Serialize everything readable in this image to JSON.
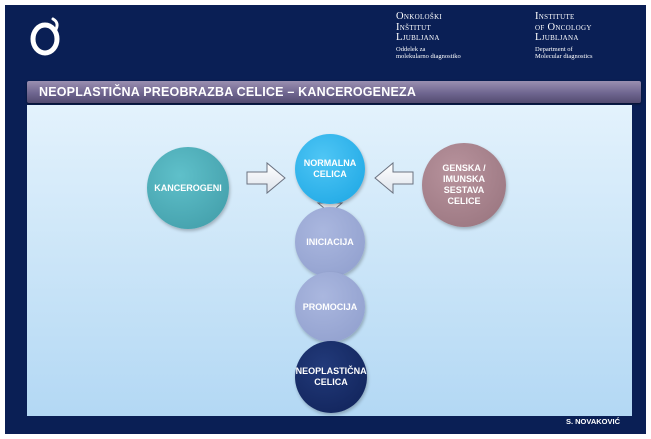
{
  "header": {
    "left_institute": {
      "name_lines": [
        "Onkološki",
        "Inštitut",
        "Ljubljana"
      ],
      "dept_lines": [
        "Oddelek za",
        "molekularno diagnostiko"
      ]
    },
    "right_institute": {
      "name_lines": [
        "Institute",
        "of Oncology",
        "Ljubljana"
      ],
      "dept_lines": [
        "Department of",
        "Molecular diagnostics"
      ]
    }
  },
  "title": "NEOPLASTIČNA PREOBRAZBA CELICE – KANCEROGENEZA",
  "diagram": {
    "nodes": {
      "kancerogeni": "KANCEROGENI",
      "normalna_celica": "NORMALNA CELICA",
      "genska": "GENSKA / IMUNSKA SESTAVA CELICE",
      "iniciacija": "INICIACIJA",
      "promocija": "PROMOCIJA",
      "neoplasticna": "NEOPLASTIČNA CELICA"
    },
    "colors": {
      "kancerogeni": "#4aa9b4",
      "normalna_celica": "#29b6ef",
      "genska": "#a27d87",
      "iniciacija": "#98a6d3",
      "promocija": "#98a6d3",
      "neoplasticna": "#12275e"
    }
  },
  "footer": {
    "author": "S. NOVAKOVIĆ"
  }
}
